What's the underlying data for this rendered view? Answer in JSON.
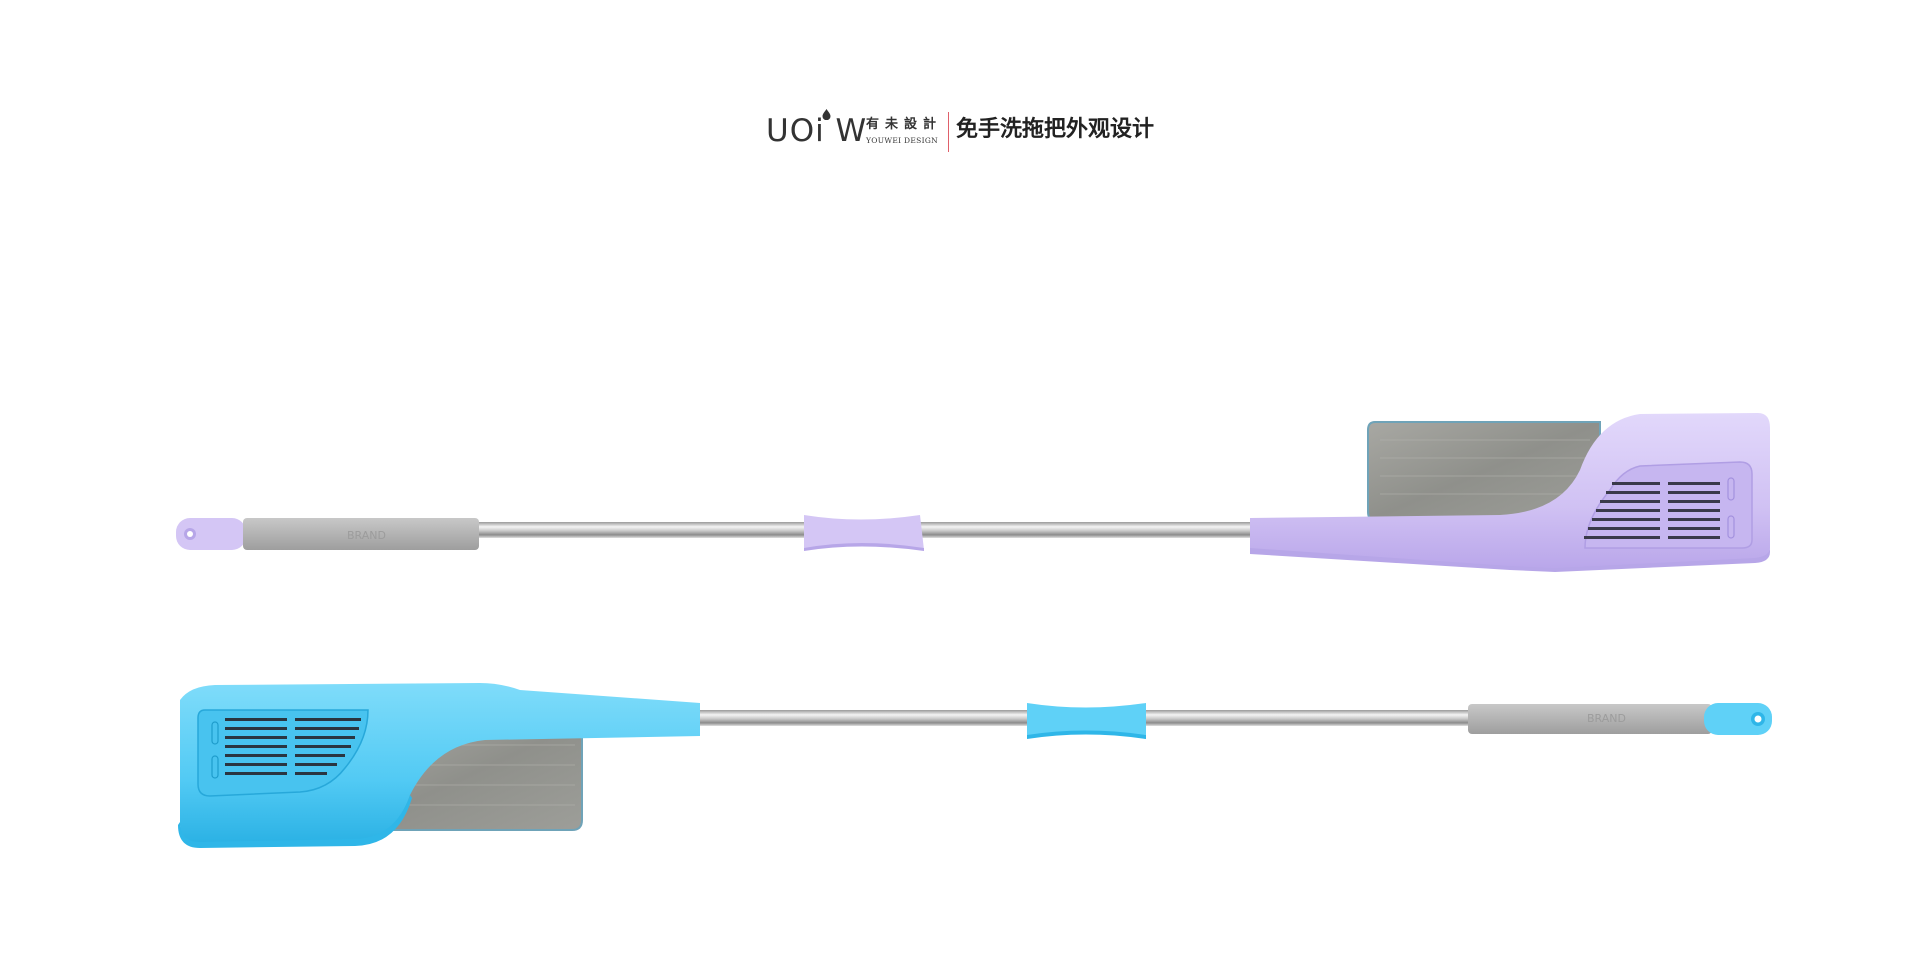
{
  "header": {
    "logo": {
      "mark_text": "UOi W",
      "cn_text": "有未設計",
      "en_text": "YOUWEI DESIGN"
    },
    "title": "免手洗拖把外观设计"
  },
  "products": [
    {
      "name": "purple-mop",
      "body_color": "#d4c6f5",
      "body_shade": "#b7a6e8",
      "brand_label": "BRAND"
    },
    {
      "name": "blue-mop",
      "body_color": "#5fd1f7",
      "body_shade": "#2fb6e8",
      "brand_label": "BRAND"
    }
  ],
  "colors": {
    "pad": "#9a9a9a",
    "grip": "#b5b5b5",
    "rod": "#d8d8d8",
    "accent_divider": "#e0606a"
  }
}
